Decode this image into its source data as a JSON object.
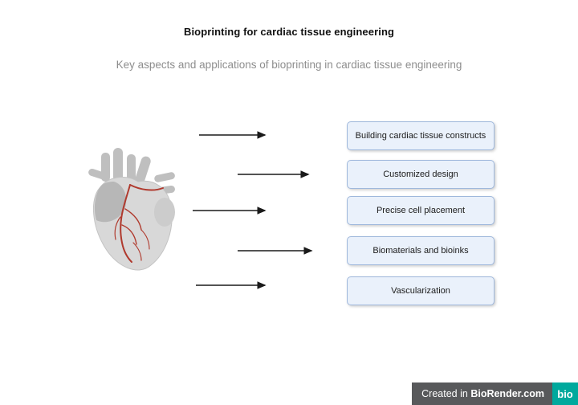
{
  "header": {
    "title": "Bioprinting for cardiac tissue engineering",
    "subtitle": "Key aspects and applications of bioprinting in cardiac tissue engineering"
  },
  "diagram": {
    "illustration": "anatomical-heart",
    "connector": "right-arrow",
    "boxes": [
      {
        "label": "Building cardiac tissue constructs"
      },
      {
        "label": "Customized design"
      },
      {
        "label": "Precise cell placement"
      },
      {
        "label": "Biomaterials and bioinks"
      },
      {
        "label": "Vascularization"
      }
    ]
  },
  "footer": {
    "credit_prefix": "Created in ",
    "credit_brand": "BioRender.com",
    "logo_text": "bio"
  },
  "colors": {
    "box_fill": "#eaf1fb",
    "box_border": "#9fb8dc",
    "arrow": "#1a1a1a",
    "heart_body": "#d8d8d8",
    "heart_vessels": "#bfbfbf",
    "coronary_artery": "#b03a2e",
    "badge_bg": "#58595b",
    "logo_bg": "#00a99d",
    "subtitle_text": "#8e8e8e"
  }
}
